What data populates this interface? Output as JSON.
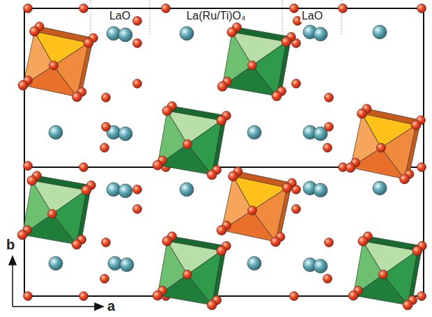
{
  "diagram": {
    "labels": [
      "LaO",
      "La(Ru/Ti)O₄",
      "LaO",
      "b",
      "a"
    ]
  }
}
